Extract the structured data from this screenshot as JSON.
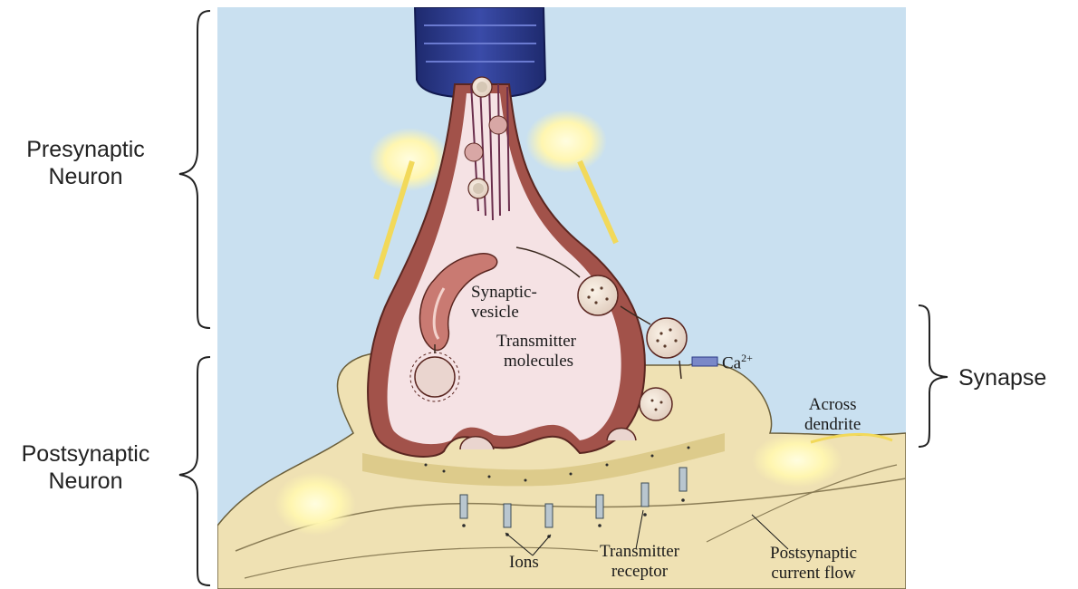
{
  "side_labels": {
    "presynaptic": [
      "Presynaptic",
      "Neuron"
    ],
    "postsynaptic": [
      "Postsynaptic",
      "Neuron"
    ],
    "synapse": "Synapse"
  },
  "illustration_labels": {
    "synaptic_vesicle": [
      "Synaptic-",
      "vesicle"
    ],
    "transmitter_molecules": [
      "Transmitter",
      "molecules"
    ],
    "calcium": "Ca",
    "calcium_charge": "2+",
    "across_dendrite": [
      "Across",
      "dendrite"
    ],
    "ions": "Ions",
    "transmitter_receptor": [
      "Transmitter",
      "receptor"
    ],
    "postsynaptic_current": [
      "Postsynaptic",
      "current flow"
    ]
  },
  "colors": {
    "background_sky": "#c6dff0",
    "axon_sheath": "#2c3a86",
    "terminal_wall": "#a9574d",
    "terminal_inner": "#f3dde0",
    "postsynaptic_body": "#ecdcaa",
    "glow": "#fffbd0"
  }
}
